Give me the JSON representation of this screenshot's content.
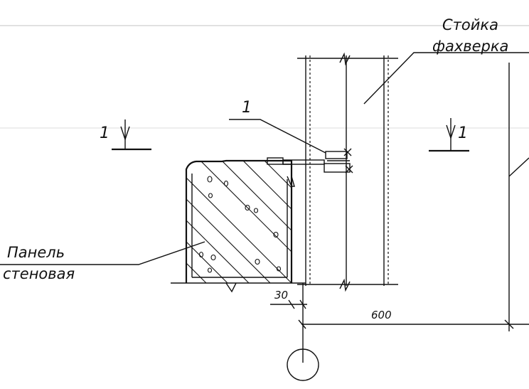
{
  "labels": {
    "post_line1": "Стойка",
    "post_line2": "фахверка",
    "panel_line1": "Панель",
    "panel_line2": "стеновая",
    "callout": "1",
    "section_left": "1",
    "section_right": "1"
  },
  "dimensions": {
    "gap": "30",
    "spacing": "600"
  }
}
